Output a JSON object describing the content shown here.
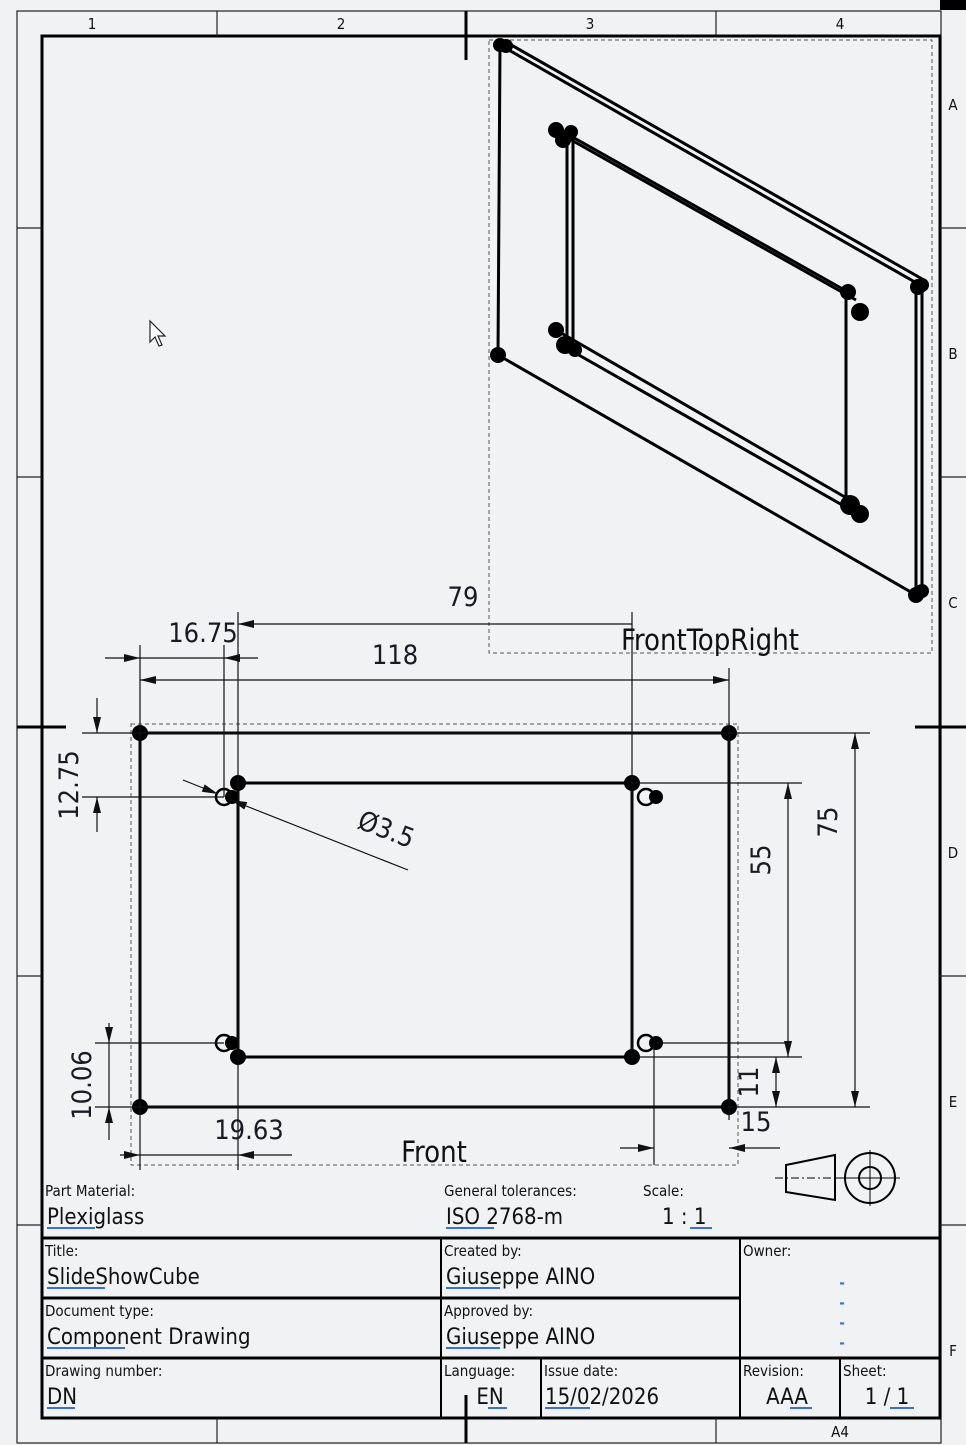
{
  "sheet": {
    "zones_columns": [
      "1",
      "2",
      "3",
      "4"
    ],
    "zones_rows": [
      "A",
      "B",
      "C",
      "D",
      "E",
      "F"
    ],
    "paper_size": "A4"
  },
  "views": {
    "iso_label": "FrontTopRight",
    "front_label": "Front"
  },
  "dimensions": {
    "d79": "79",
    "d16_75": "16.75",
    "d118": "118",
    "d12_75": "12.75",
    "d10_06": "10.06",
    "d19_63": "19.63",
    "d15": "15",
    "d11": "11",
    "d55": "55",
    "d75": "75",
    "hole": "Ø3.5"
  },
  "title_block": {
    "part_material_label": "Part Material:",
    "part_material": "Plexiglass",
    "tolerances_label": "General tolerances:",
    "tolerances": "ISO 2768-m",
    "scale_label": "Scale:",
    "scale": "1 : 1",
    "title_label": "Title:",
    "title": "SlideShowCube",
    "created_label": "Created by:",
    "created_by": "Giuseppe AINO",
    "owner_label": "Owner:",
    "owner_lines": [
      "-",
      "-",
      "-",
      "-"
    ],
    "doctype_label": "Document type:",
    "doctype": "Component Drawing",
    "approved_label": "Approved by:",
    "approved_by": "Giuseppe AINO",
    "drawing_number_label": "Drawing number:",
    "drawing_number": "DN",
    "language_label": "Language:",
    "language": "EN",
    "issue_date_label": "Issue date:",
    "issue_date": "15/02/2026",
    "revision_label": "Revision:",
    "revision": "AAA",
    "sheet_label": "Sheet:",
    "sheet": "1 / 1"
  }
}
